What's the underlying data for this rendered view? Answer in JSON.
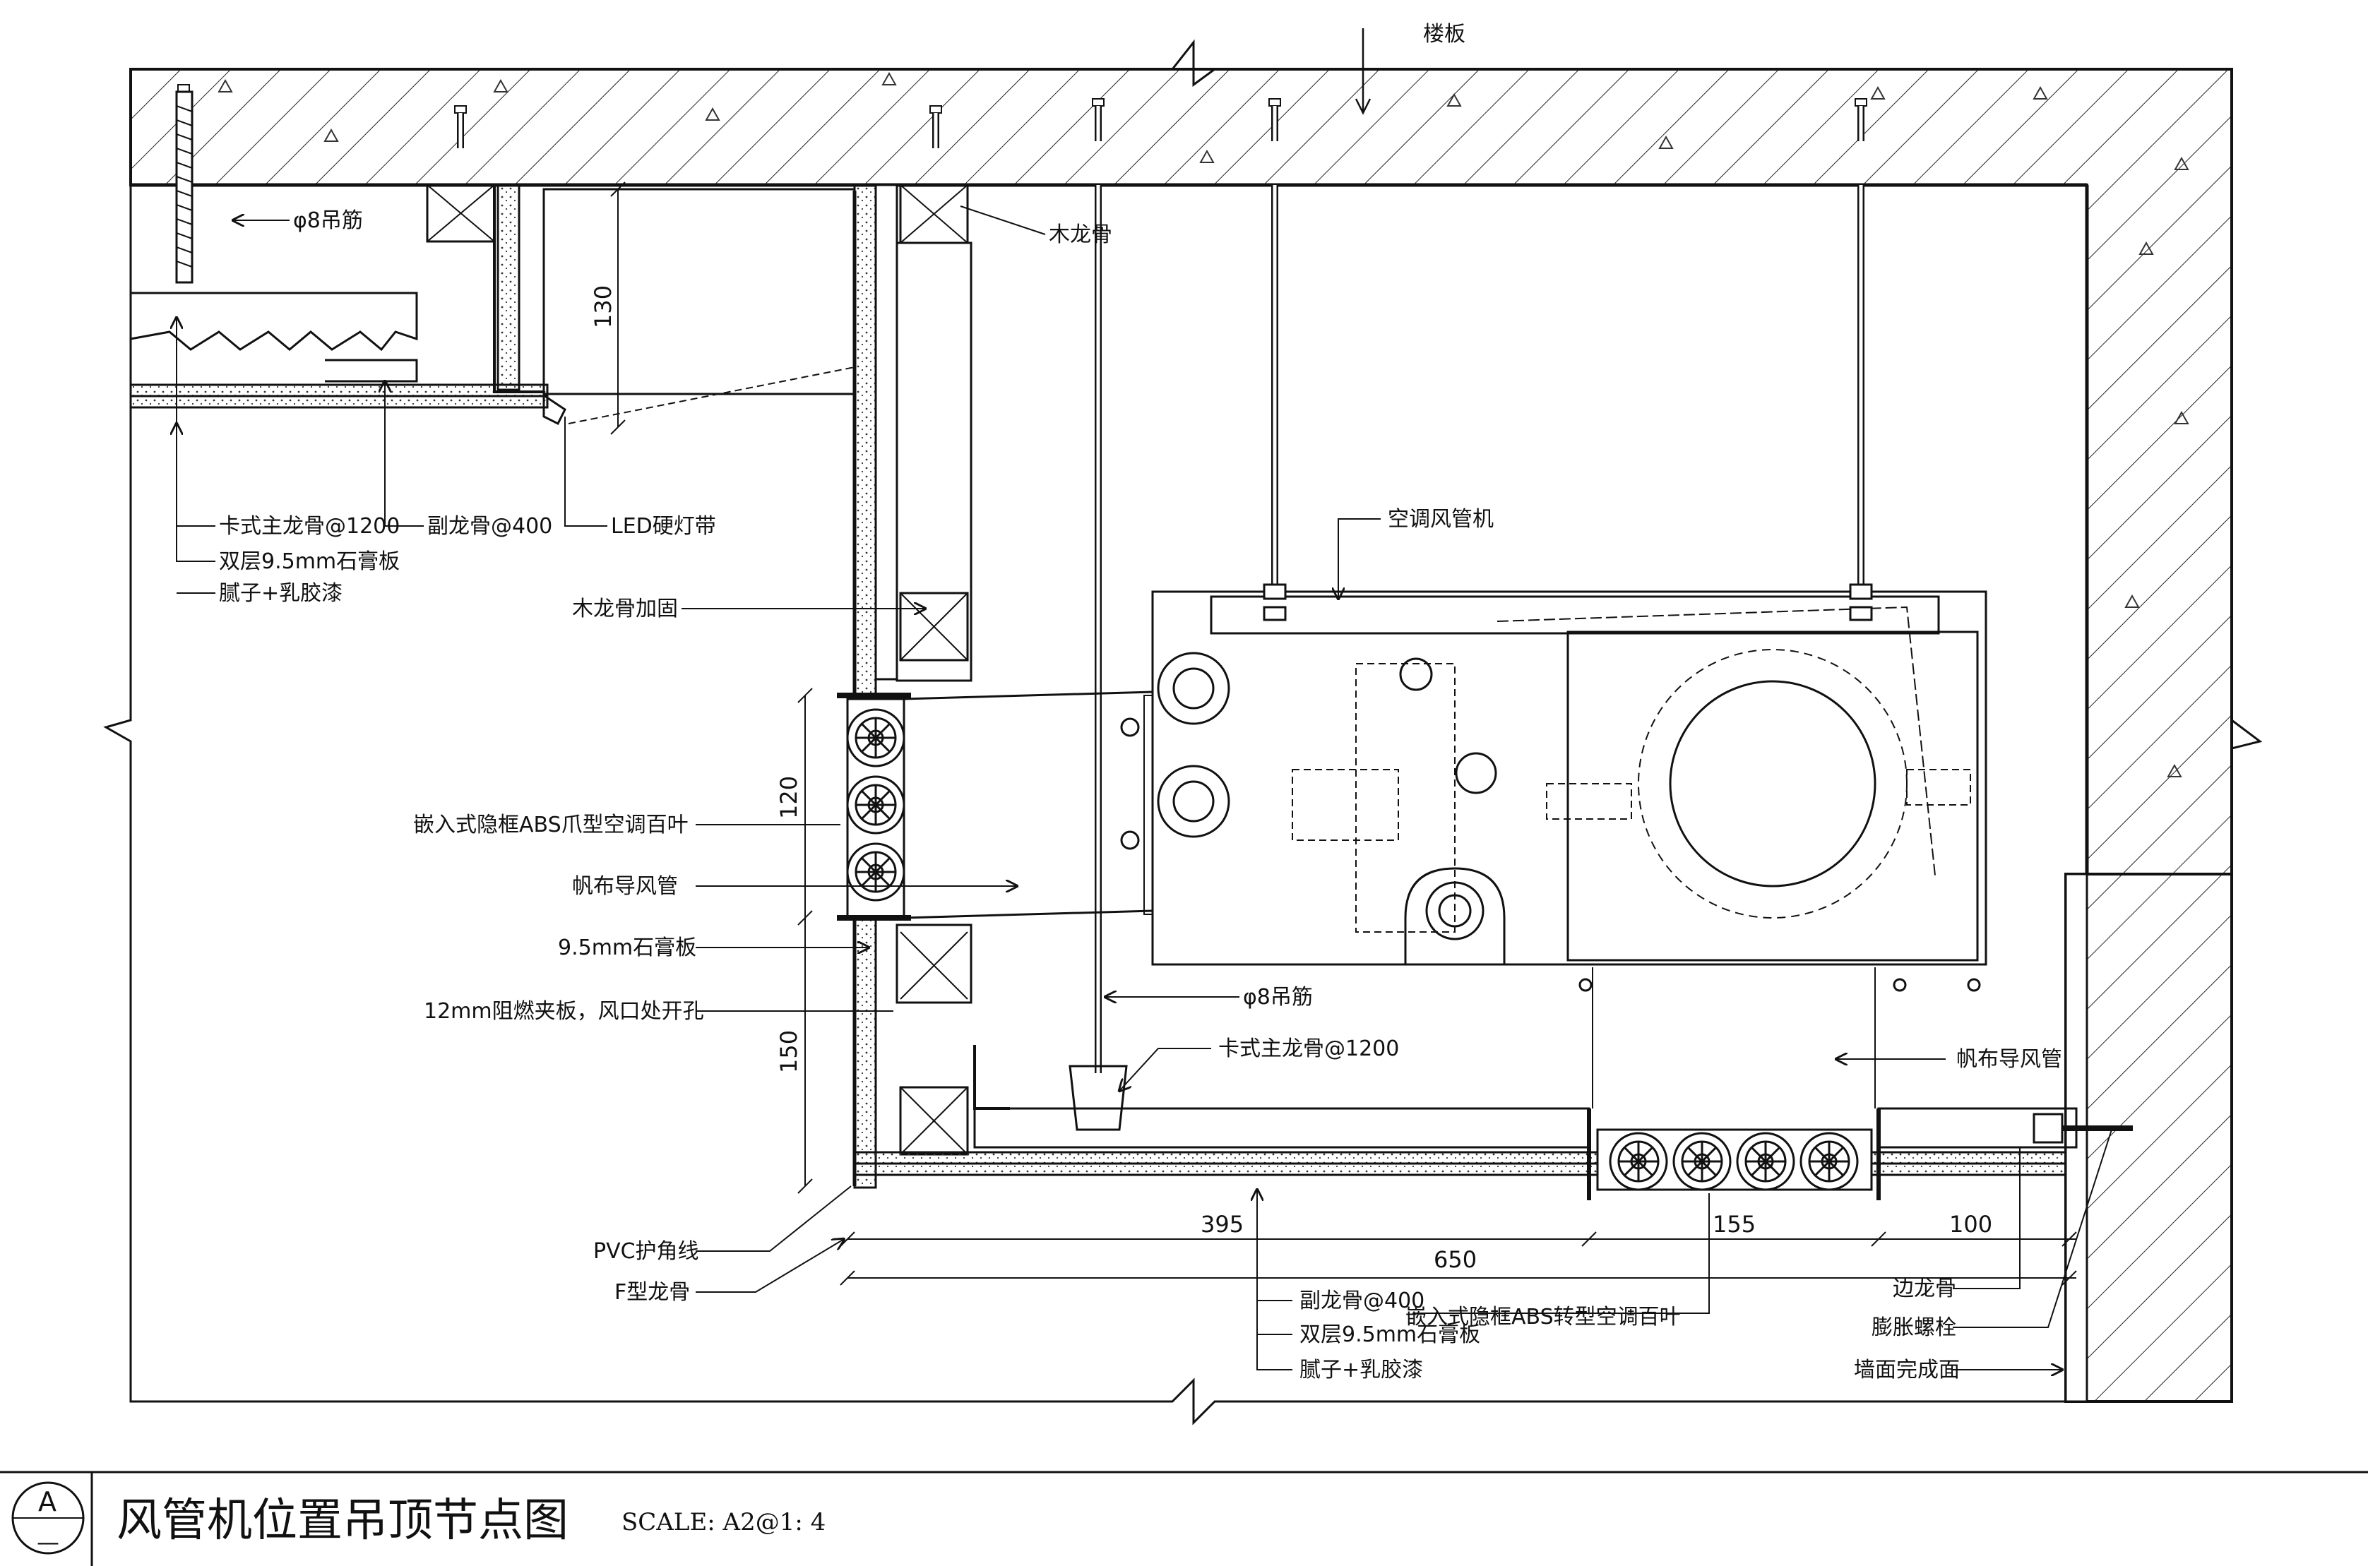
{
  "labels": {
    "floor_slab": "楼板",
    "hanger_rod_top": "φ8吊筋",
    "wood_keel": "木龙骨",
    "main_keel_clip_top": "卡式主龙骨@1200",
    "double_gypsum_top": "双层9.5mm石膏板",
    "putty_latex_top": "腻子+乳胶漆",
    "secondary_keel_top": "副龙骨@400",
    "led_strip": "LED硬灯带",
    "ac_duct_unit": "空调风管机",
    "wood_keel_reinforce": "木龙骨加固",
    "embedded_claw_grille": "嵌入式隐框ABS爪型空调百叶",
    "canvas_duct_left": "帆布导风管",
    "gypsum_9_5": "9.5mm石膏板",
    "fire_board_12": "12mm阻燃夹板，风口处开孔",
    "hanger_rod_mid": "φ8吊筋",
    "main_keel_clip_mid": "卡式主龙骨@1200",
    "canvas_duct_right": "帆布导风管",
    "pvc_corner": "PVC护角线",
    "f_keel": "F型龙骨",
    "secondary_keel_bottom": "副龙骨@400",
    "embedded_rotary_grille": "嵌入式隐框ABS转型空调百叶",
    "double_gypsum_bottom": "双层9.5mm石膏板",
    "putty_latex_bottom": "腻子+乳胶漆",
    "edge_keel": "边龙骨",
    "expansion_bolt": "膨胀螺栓",
    "wall_finish": "墙面完成面"
  },
  "dimensions": {
    "d130": "130",
    "d120": "120",
    "d150": "150",
    "d395": "395",
    "d155": "155",
    "d100": "100",
    "d650": "650"
  },
  "title_block": {
    "detail_id": "A",
    "detail_sub": "—",
    "title": "风管机位置吊顶节点图",
    "scale": "SCALE: A2@1: 4"
  }
}
